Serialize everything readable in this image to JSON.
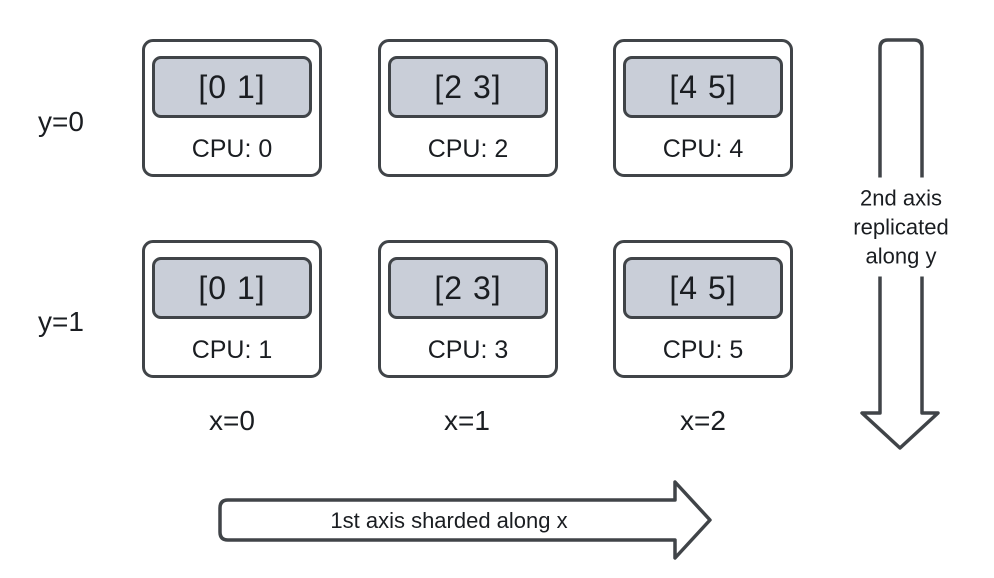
{
  "diagram": {
    "row_labels": [
      "y=0",
      "y=1"
    ],
    "col_labels": [
      "x=0",
      "x=1",
      "x=2"
    ],
    "devices": [
      {
        "shard": "[0 1]",
        "cpu_label": "CPU: 0"
      },
      {
        "shard": "[2 3]",
        "cpu_label": "CPU: 2"
      },
      {
        "shard": "[4 5]",
        "cpu_label": "CPU: 4"
      },
      {
        "shard": "[0 1]",
        "cpu_label": "CPU: 1"
      },
      {
        "shard": "[2 3]",
        "cpu_label": "CPU: 3"
      },
      {
        "shard": "[4 5]",
        "cpu_label": "CPU: 5"
      }
    ],
    "x_arrow": {
      "label": "1st axis sharded along x"
    },
    "y_arrow": {
      "lines": [
        "2nd axis",
        "replicated",
        "along y"
      ]
    },
    "colors": {
      "stroke": "#404448",
      "shard_fill": "#c9ced8",
      "text": "#1a1d21",
      "background": "#ffffff"
    }
  }
}
